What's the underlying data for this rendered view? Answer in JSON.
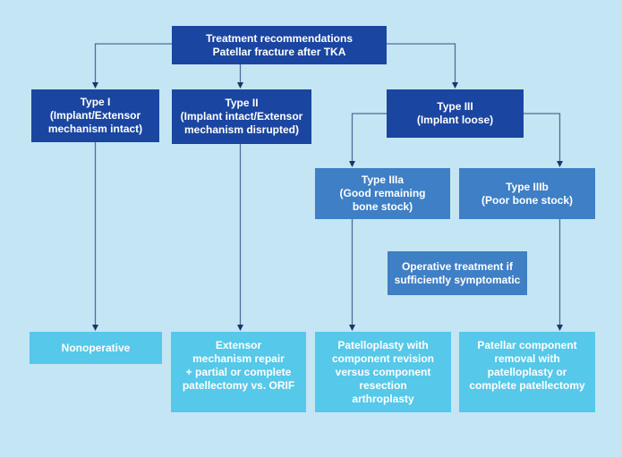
{
  "colors": {
    "background": "#c4e5f4",
    "box-dark": "#1a45a0",
    "box-medium": "#3e7fc5",
    "box-light": "#56c8e9",
    "text": "#ffffff",
    "line": "#4e6e99",
    "arrow": "#1a3766"
  },
  "nodes": {
    "root": {
      "title": "Treatment recommendations",
      "subtitle": "Patellar fracture after TKA"
    },
    "type1": {
      "title": "Type I",
      "subtitle": "(Implant/Extensor\nmechanism intact)"
    },
    "type2": {
      "title": "Type II",
      "subtitle": "(Implant intact/Extensor\nmechanism disrupted)"
    },
    "type3": {
      "title": "Type III",
      "subtitle": "(Implant loose)"
    },
    "type3a": {
      "title": "Type IIIa",
      "subtitle": "(Good remaining\nbone stock)"
    },
    "type3b": {
      "title": "Type IIIb",
      "subtitle": "(Poor bone stock)"
    },
    "operative_note": {
      "text": "Operative treatment if\nsufficiently symptomatic"
    },
    "outcome_type1": {
      "text": "Nonoperative"
    },
    "outcome_type2": {
      "text": "Extensor\nmechanism repair\n+ partial or complete\npatellectomy vs. ORIF"
    },
    "outcome_type3a": {
      "text": "Patelloplasty with\ncomponent revision\nversus component\nresection\narthroplasty"
    },
    "outcome_type3b": {
      "text": "Patellar component\nremoval with\npatelloplasty or\ncomplete patellectomy"
    }
  }
}
